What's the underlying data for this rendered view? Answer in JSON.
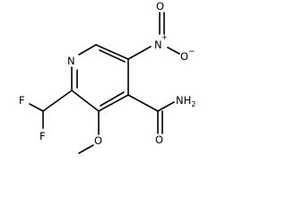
{
  "molecule": {
    "atoms": {
      "ring_n": "N",
      "nitro_n": "N",
      "nitro_n_charge": "+",
      "nitro_o_top": "O",
      "nitro_o_minus": "O",
      "nitro_o_charge": "−",
      "fluorine_top": "F",
      "fluorine_bottom": "F",
      "methoxy_o": "O",
      "amide_o": "O",
      "amide_nh2": "NH",
      "amide_nh2_sub": "2"
    }
  }
}
